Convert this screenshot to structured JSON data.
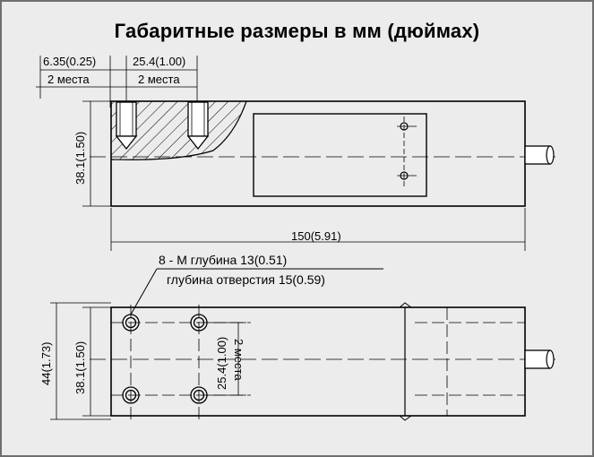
{
  "title": "Габаритные размеры в мм (дюймах)",
  "dimensions": {
    "edge_offset": "6.35(0.25)",
    "edge_offset_note": "2 места",
    "hole_pitch_top": "25.4(1.00)",
    "hole_pitch_top_note": "2 места",
    "height_side": "38.1(1.50)",
    "length": "150(5.91)",
    "width_overall": "44(1.73)",
    "width_inner": "38.1(1.50)",
    "hole_pitch_side": "25.4(1.00)",
    "hole_pitch_side_note": "2 места"
  },
  "callout": {
    "line1": "8 - M глубина 13(0.51)",
    "line2": "глубина отверстия 15(0.59)"
  }
}
